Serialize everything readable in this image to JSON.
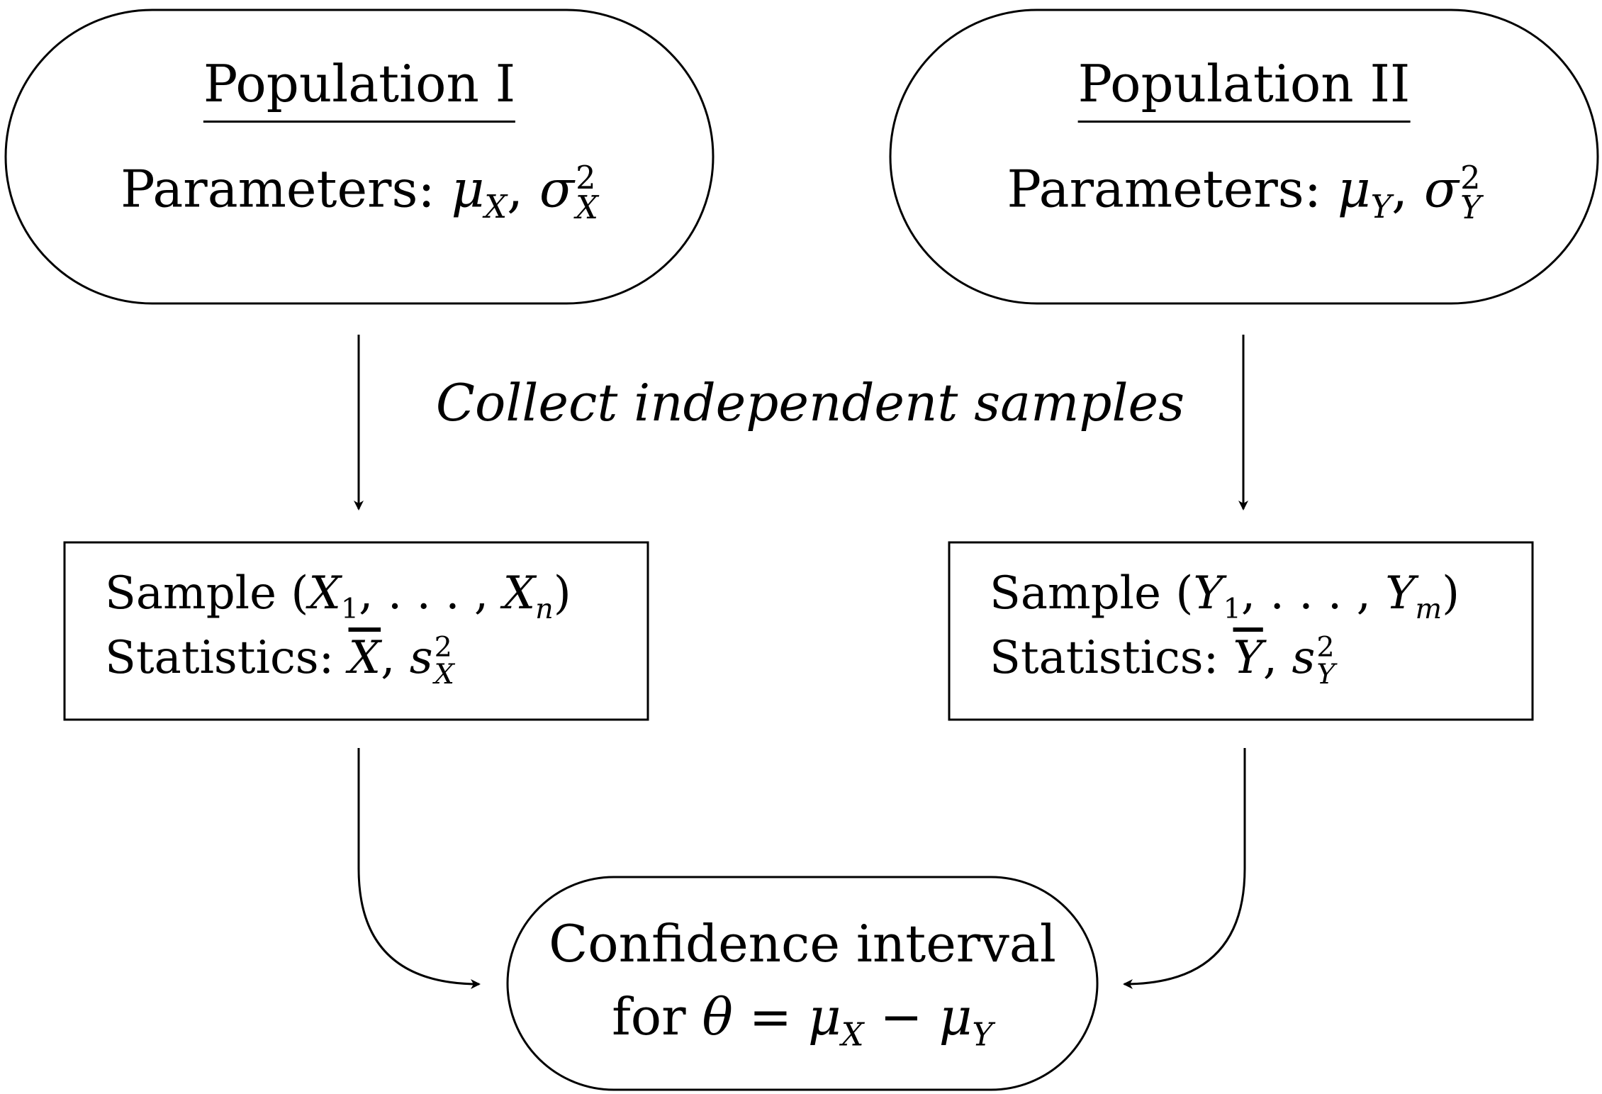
{
  "population_1": {
    "title": "Population I",
    "params_label": "Parameters:",
    "mu": "μ",
    "mu_sub": "X",
    "sigma": "σ",
    "sigma_sup": "2",
    "sigma_sub": "X"
  },
  "population_2": {
    "title": "Population II",
    "params_label": "Parameters:",
    "mu": "μ",
    "mu_sub": "Y",
    "sigma": "σ",
    "sigma_sup": "2",
    "sigma_sub": "Y"
  },
  "collect_label": "Collect independent samples",
  "sample_1": {
    "prefix": "Sample (",
    "var": "X",
    "first_sub": "1",
    "ellipsis": ", . . . , ",
    "last_sub": "n",
    "suffix": ")",
    "stats_label": "Statistics:",
    "mean": "X",
    "s": "s",
    "s_sup": "2",
    "s_sub": "X"
  },
  "sample_2": {
    "prefix": "Sample (",
    "var": "Y",
    "first_sub": "1",
    "ellipsis": ", . . . , ",
    "last_sub": "m",
    "suffix": ")",
    "stats_label": "Statistics:",
    "mean": "Y",
    "s": "s",
    "s_sup": "2",
    "s_sub": "Y"
  },
  "result": {
    "line1": "Confidence interval",
    "for": "for",
    "theta": "θ",
    "eq": " = ",
    "mu1": "μ",
    "mu1_sub": "X",
    "minus": " − ",
    "mu2": "μ",
    "mu2_sub": "Y"
  },
  "colors": {
    "stroke": "#000000",
    "background": "#ffffff"
  }
}
